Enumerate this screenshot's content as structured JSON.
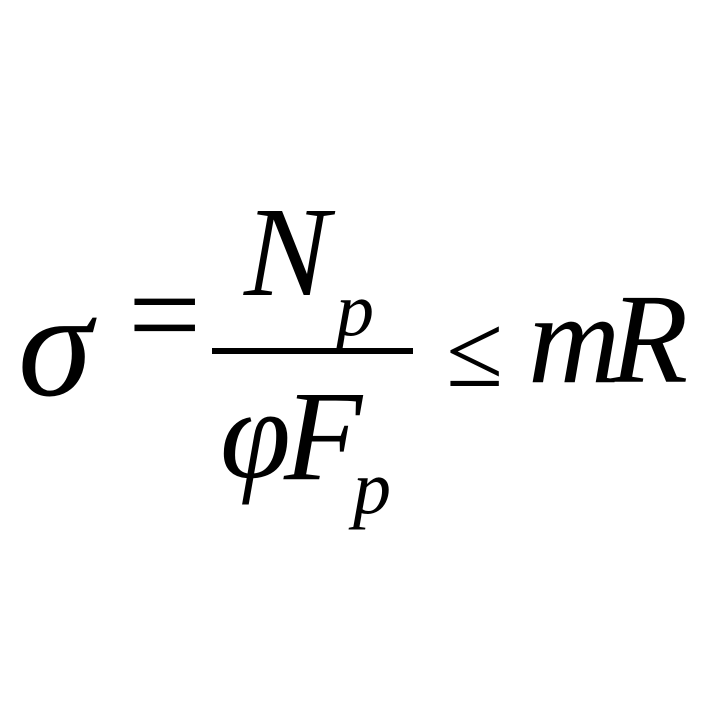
{
  "formula": {
    "lhs": {
      "symbol": "σ",
      "relation": "="
    },
    "fraction": {
      "numerator": {
        "main": "N",
        "subscript": "p"
      },
      "denominator": {
        "coefficient": "φ",
        "main": "F",
        "subscript": "p"
      }
    },
    "rhs": {
      "relation": "≤",
      "factor": "m",
      "symbol": "R"
    }
  }
}
